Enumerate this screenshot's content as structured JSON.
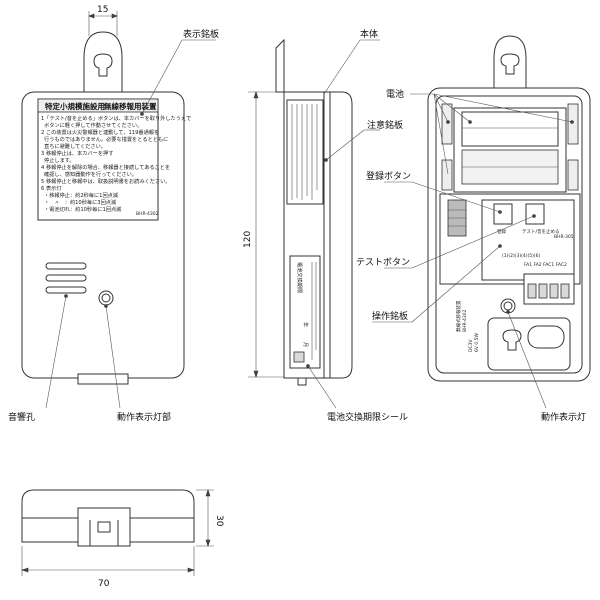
{
  "dimensions": {
    "top_width": "15",
    "height": "120",
    "depth": "30",
    "width": "70"
  },
  "labels": {
    "display_plate": "表示銘板",
    "body": "本体",
    "battery": "電池",
    "caution_plate": "注意銘板",
    "register_button": "登録ボタン",
    "test_button": "テストボタン",
    "operation_plate": "操作銘板",
    "operation_lamp_right": "動作表示灯",
    "sound_hole": "音響孔",
    "operation_lamp_part": "動作表示灯部",
    "battery_replacement_seal": "電池交換期限シール"
  },
  "front_plate": {
    "title_left": "特定小規模施設用",
    "title_right": "無線移報用装置",
    "lines": [
      "1「テスト/音を止める」ボタンは、本カバーを取り外したうえで",
      "ボタンに軽く押して作動させてください。",
      "2 この装置は火災警報器と連動して、119番通報を",
      "行うものではありません。必要な措置をとるとともに",
      "直ちに避難してください。",
      "3 移報停止は、本カバーを押す",
      "停止します。",
      "4 移報停止を解除の場合、移報器と接続してあることを",
      "確認し、感知器動作を行ってください。",
      "5 移報停止と移報中は、取扱説明書をお読みください。",
      "6 表示灯",
      "・移報停止：約2秒毎に1回点滅",
      "・　〃　：約10秒毎に3回点滅",
      "・電池切れ：約10秒毎に1回点滅"
    ],
    "model": "BHR-4302"
  },
  "side_seal": {
    "lines": [
      "電池交換期限",
      "年",
      "月"
    ]
  },
  "operation_plate": {
    "button_left": "登録",
    "button_right": "テスト/音を止める",
    "code": "BHR-305",
    "row1": "(1)(2)(3)(4)(5)(6)",
    "row2": "FA1 FA2 FAC1 FAC2"
  },
  "internal_label": {
    "lines": [
      "無線式移報装置",
      "BHR-4302",
      "DC3V",
      "6V 0.5W"
    ]
  }
}
